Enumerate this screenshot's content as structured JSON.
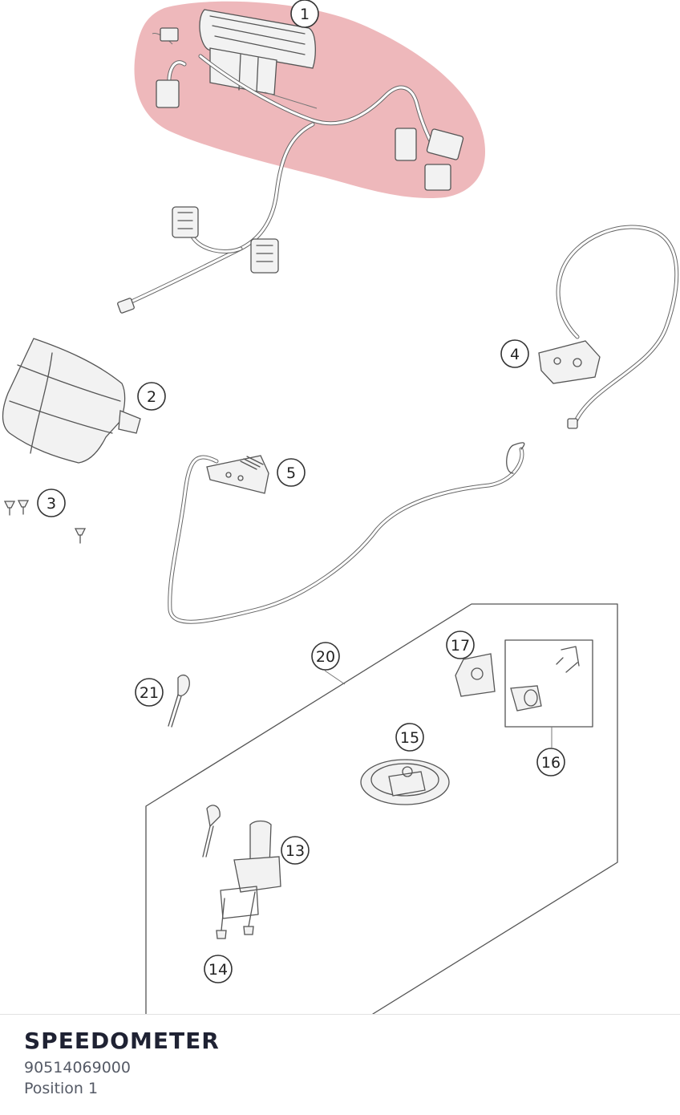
{
  "diagram": {
    "highlight_color": "#e8a0a4",
    "callouts": [
      "1",
      "2",
      "3",
      "4",
      "5",
      "13",
      "14",
      "15",
      "16",
      "17",
      "20",
      "21"
    ]
  },
  "selected_part": {
    "title": "SPEEDOMETER",
    "part_number": "90514069000",
    "position": "Position 1"
  }
}
